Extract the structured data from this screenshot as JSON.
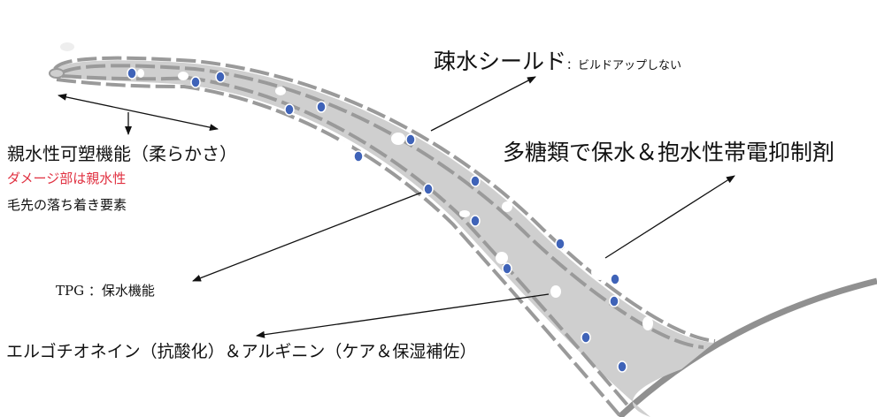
{
  "labels": {
    "shield_main": "疎水シールド",
    "shield_sub": "：ビルドアップしない",
    "polysaccharide": "多糖類で保水＆抱水性帯電抑制剤",
    "hydrophilic": "親水性可塑機能（柔らかさ）",
    "damage": "ダメージ部は親水性",
    "settle": "毛先の落ち着き要素",
    "tpg": "TPG ：保水機能",
    "ergothioneine": "エルゴチオネイン（抗酸化）＆アルギニン（ケア＆保湿補佐）"
  },
  "colors": {
    "hair_fill": "#cfcfcf",
    "shield_dash": "#9a9a9a",
    "blue_dot": "#3f63b8",
    "white_dot": "#ffffff",
    "damage_text": "#e03040",
    "arrow": "#111111",
    "scalp_curve": "#909090"
  }
}
